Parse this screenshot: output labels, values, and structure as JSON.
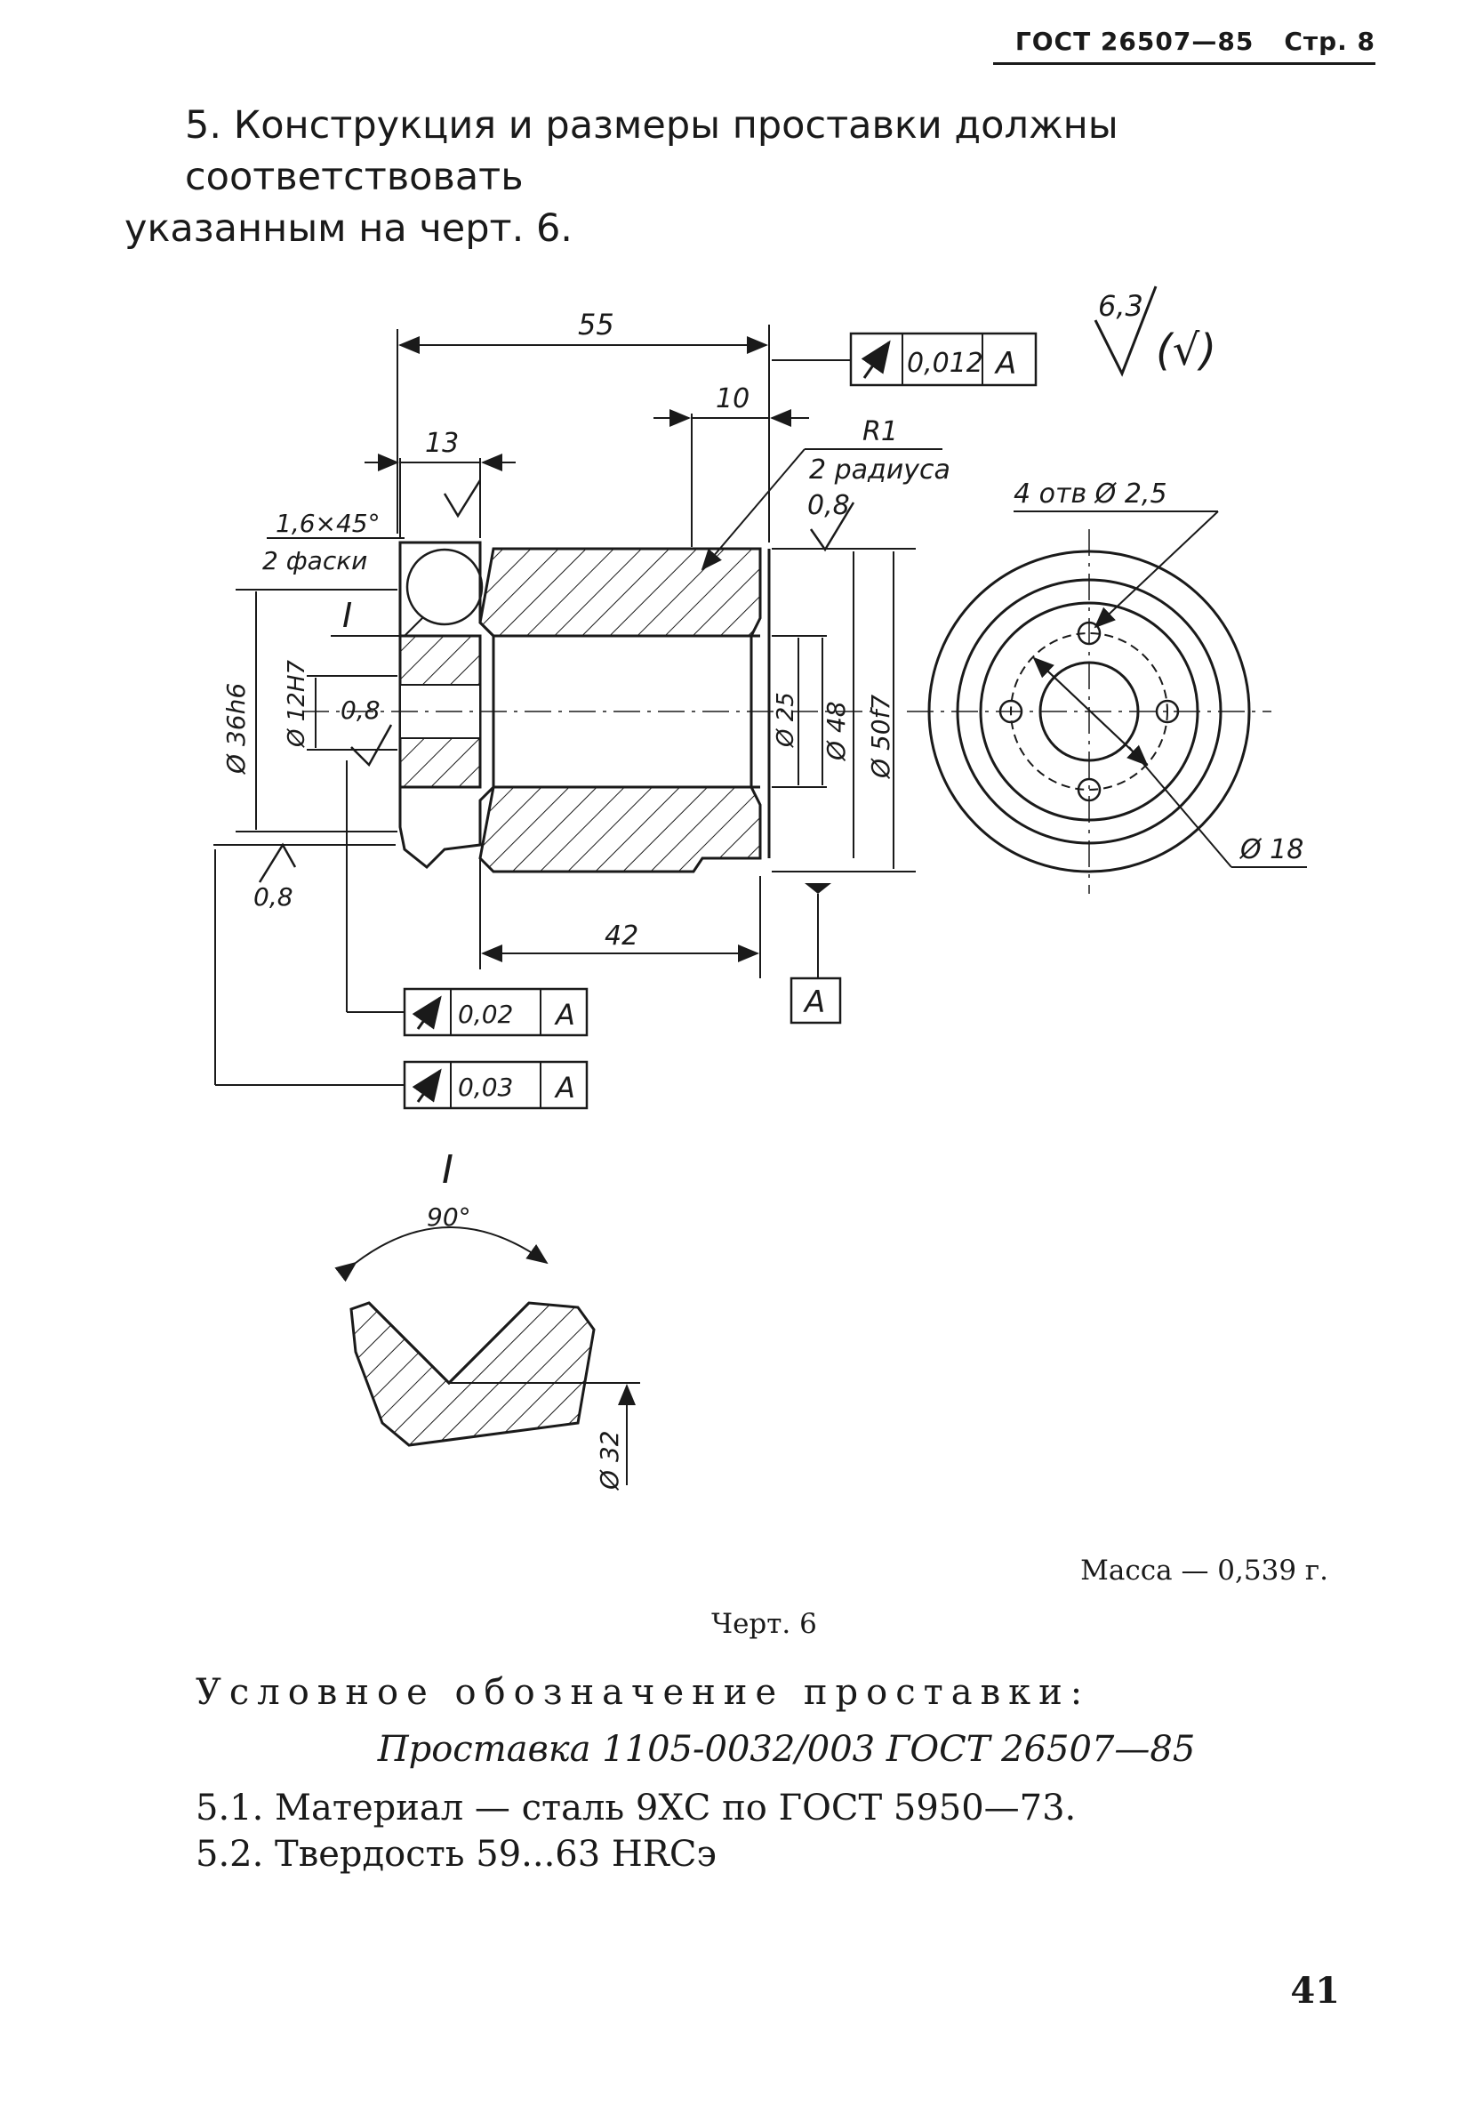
{
  "header": {
    "standard": "ГОСТ 26507—85",
    "page": "Стр. 8"
  },
  "section5": {
    "line1": "5. Конструкция и размеры проставки должны соответствовать",
    "line2": "указанным на черт. 6."
  },
  "drawing": {
    "roughness_general": "6,3",
    "roughness_rest": "(√)",
    "dim_55": "55",
    "dim_10": "10",
    "dim_13": "13",
    "dim_42": "42",
    "runout_top": {
      "value": "0,012",
      "base": "A"
    },
    "runout_mid": {
      "value": "0,02",
      "base": "A"
    },
    "runout_bot": {
      "value": "0,03",
      "base": "A"
    },
    "radius_label": "R1",
    "radius_note": "2 радиуса",
    "roughness_08": "0,8",
    "chamfer": "1,6×45°",
    "chamfer_note": "2 фаски",
    "view_mark": "I",
    "dia_36": "Ø 36h6",
    "dia_12": "Ø 12H7",
    "dia_25": "Ø 25",
    "dia_48": "Ø 48",
    "dia_50": "Ø 50f7",
    "holes": "4 отв Ø 2,5",
    "dia_18": "Ø 18",
    "datum": "A",
    "detail_title": "I",
    "detail_angle": "90°",
    "detail_dia": "Ø 32"
  },
  "mass": "Масса — 0,539 г.",
  "caption": "Черт. 6",
  "designation_label": "Условное обозначение проставки:",
  "designation_value": "Проставка 1105-0032/003 ГОСТ 26507—85",
  "item_51": "5.1. Материал — сталь 9ХС по ГОСТ 5950—73.",
  "item_52": "5.2. Твердость 59...63 HRCэ",
  "page_number": "41"
}
